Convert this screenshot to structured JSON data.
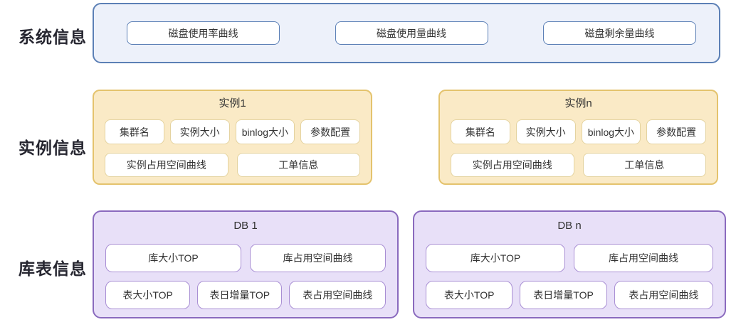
{
  "colors": {
    "background": "#ffffff",
    "text": "#333333",
    "label_text": "#262630",
    "blue_border": "#5c80b6",
    "blue_fill": "#edf1fa",
    "yellow_border": "#e4c36d",
    "yellow_fill": "#faeac6",
    "yellow_box_border": "#e4d3a0",
    "purple_border": "#8a6abe",
    "purple_fill": "#e8e0f8",
    "purple_box_border": "#a98fd4"
  },
  "sections": {
    "system": {
      "label": "系统信息",
      "items": [
        "磁盘使用率曲线",
        "磁盘使用量曲线",
        "磁盘剩余量曲线"
      ]
    },
    "instance": {
      "label": "实例信息",
      "groups": [
        {
          "title": "实例1",
          "row1": [
            "集群名",
            "实例大小",
            "binlog大小",
            "参数配置"
          ],
          "row2": [
            "实例占用空间曲线",
            "工单信息"
          ]
        },
        {
          "title": "实例n",
          "row1": [
            "集群名",
            "实例大小",
            "binlog大小",
            "参数配置"
          ],
          "row2": [
            "实例占用空间曲线",
            "工单信息"
          ]
        }
      ]
    },
    "db": {
      "label": "库表信息",
      "groups": [
        {
          "title": "DB 1",
          "row1": [
            "库大小TOP",
            "库占用空间曲线"
          ],
          "row2": [
            "表大小TOP",
            "表日增量TOP",
            "表占用空间曲线"
          ]
        },
        {
          "title": "DB n",
          "row1": [
            "库大小TOP",
            "库占用空间曲线"
          ],
          "row2": [
            "表大小TOP",
            "表日增量TOP",
            "表占用空间曲线"
          ]
        }
      ]
    }
  }
}
